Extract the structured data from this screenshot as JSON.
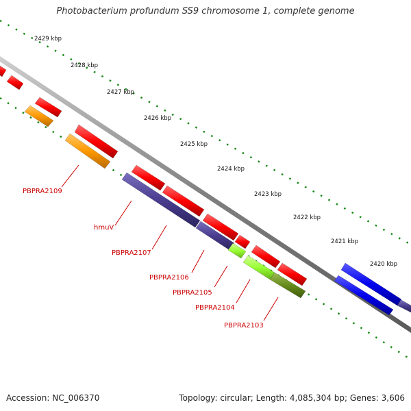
{
  "title": "Photobacterium profundum SS9 chromosome 1, complete genome",
  "footer": {
    "accession": "Accession: NC_006370",
    "summary": "Topology: circular; Length: 4,085,304 bp; Genes: 3,606"
  },
  "ticks": [
    "2429 kbp",
    "2428 kbp",
    "2427 kbp",
    "2426 kbp",
    "2425 kbp",
    "2424 kbp",
    "2423 kbp",
    "2422 kbp",
    "2421 kbp",
    "2420 kbp"
  ],
  "gene_labels": [
    "PBPRA2109",
    "hmuV",
    "PBPRA2107",
    "PBPRA2106",
    "PBPRA2105",
    "PBPRA2104",
    "PBPRA2103"
  ],
  "colors": {
    "backbone": "#808080",
    "tick_dots": "#1a8a1a",
    "label_red": "#cc0000",
    "red_gene": "#ff0000",
    "orange_gene": "#ff9900",
    "purple_gene": "#4a3d8f",
    "lime_gene": "#99ff33",
    "olive_gene": "#668c1a",
    "blue_gene": "#0000ee"
  }
}
